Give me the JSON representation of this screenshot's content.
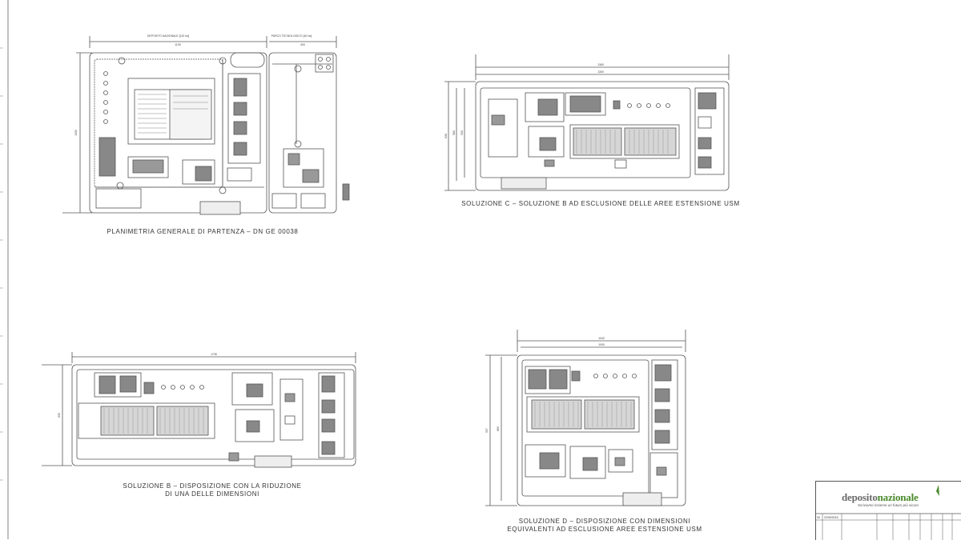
{
  "drawing": {
    "base_plan": {
      "caption": "PLANIMETRIA GENERALE DI PARTENZA – DN GE 00038",
      "label_left": "DEPOSITO NAZIONALE [110 ha]",
      "label_right": "PARCO TECNOLOGICO [40 ha]",
      "dim_left": "1100",
      "dim_right": "400",
      "dim_height": "1000"
    },
    "solution_c": {
      "caption": "SOLUZIONE C – SOLUZIONE B AD ESCLUSIONE DELLE AREE ESTENSIONE USM",
      "dim_outer": "1360",
      "dim_inner": "1300",
      "dim_height_outer": "638",
      "dim_height_mid": "580",
      "dim_height_inner": "530"
    },
    "solution_b": {
      "caption_line1": "SOLUZIONE B – DISPOSIZIONE CON LA RIDUZIONE",
      "caption_line2": "DI UNA DELLE DIMENSIONI",
      "dim_width": "1735",
      "dim_height": "635"
    },
    "solution_d": {
      "caption_line1": "SOLUZIONE D – DISPOSIZIONE CON DIMENSIONI",
      "caption_line2": "EQUIVALENTI AD ESCLUSIONE AREE ESTENSIONE USM",
      "dim_outer": "1042",
      "dim_inner": "1000",
      "dim_height_outer": "937",
      "dim_height_inner": "860"
    }
  },
  "title_block": {
    "logo_part1": "deposito",
    "logo_part2": "nazionale",
    "tagline": "Scriviamo insieme un futuro più sicuro",
    "rev": "00",
    "date": "22/09/2015"
  },
  "colors": {
    "line": "#555555",
    "fill_dark": "#777777",
    "fill_light": "#cfcfcf",
    "accent": "#4a8a2a"
  }
}
